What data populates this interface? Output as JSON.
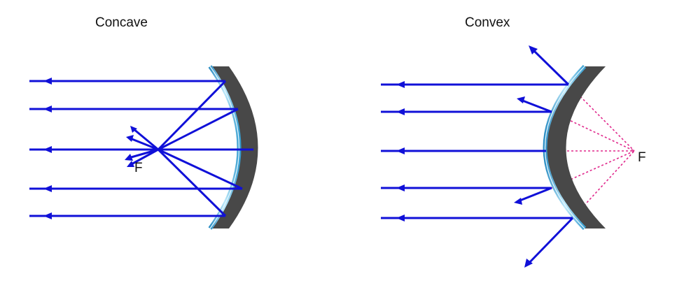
{
  "panels": {
    "concave": {
      "title": "Concave",
      "focus_label": "F"
    },
    "convex": {
      "title": "Convex",
      "focus_label": "F"
    }
  },
  "colors": {
    "ray": "#1010d8",
    "mirror_back": "#484848",
    "mirror_glass": "#6ec6ea",
    "virtual_ray": "#e0288c",
    "text": "#111111"
  }
}
